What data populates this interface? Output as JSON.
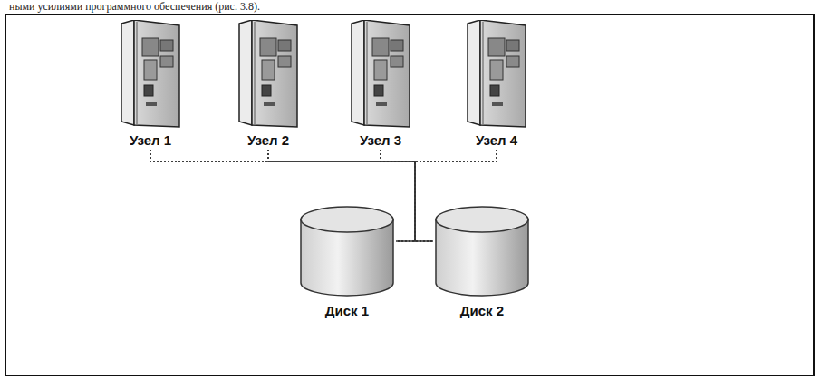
{
  "diagram": {
    "nodes": [
      {
        "text": [
          "Узел 1"
        ]
      },
      {
        "text": [
          "Узел 2"
        ]
      },
      {
        "text": [
          "Узел 3"
        ]
      },
      {
        "text": [
          "Узел 4"
        ]
      },
      {
        "text": [
          "Диск 1"
        ]
      },
      {
        "text": [
          "Диск 2"
        ]
      }
    ],
    "edges": [
      {
        "from": 0,
        "to": 4,
        "arrow": "none"
      },
      {
        "from": 0,
        "to": 5,
        "arrow": "none"
      },
      {
        "from": 1,
        "to": 4,
        "arrow": "none"
      },
      {
        "from": 1,
        "to": 5,
        "arrow": "none"
      },
      {
        "from": 2,
        "to": 4,
        "arrow": "none"
      },
      {
        "from": 2,
        "to": 5,
        "arrow": "none"
      },
      {
        "from": 3,
        "to": 4,
        "arrow": "none"
      },
      {
        "from": 3,
        "to": 5,
        "arrow": "none"
      }
    ],
    "labels": [
      "ными усилиями программного обеспечения (рис. 3.8)."
    ]
  }
}
